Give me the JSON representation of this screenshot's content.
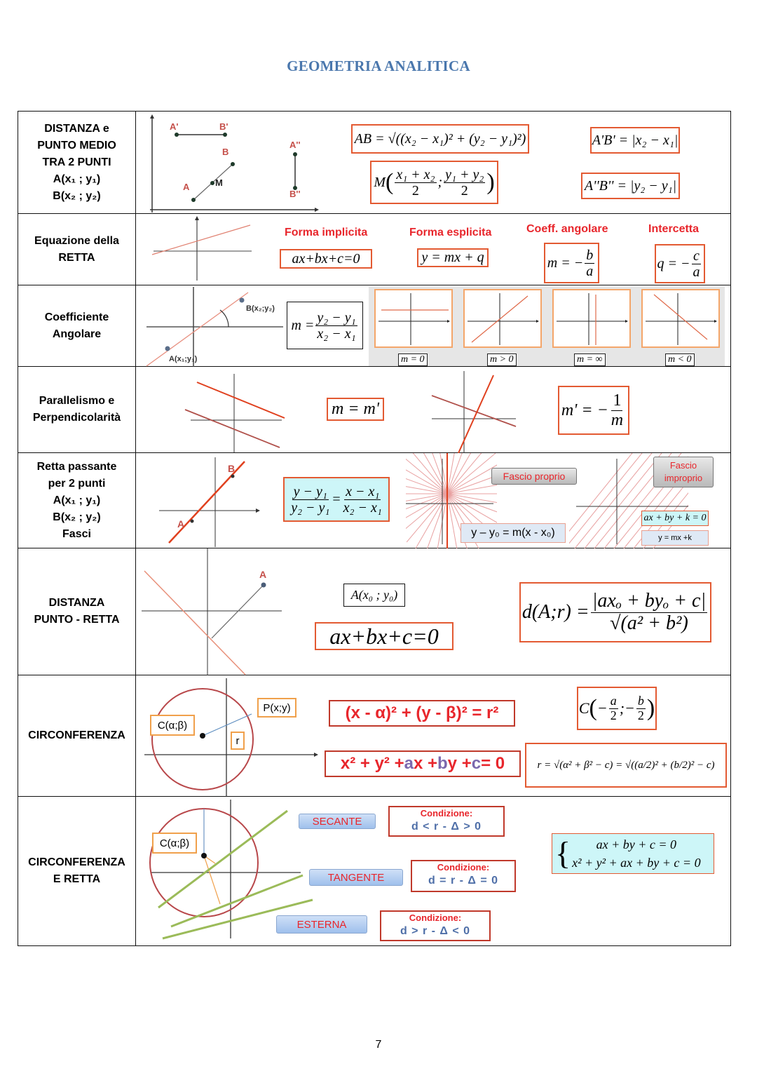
{
  "page": {
    "title": "GEOMETRIA ANALITICA",
    "page_number": "7",
    "colors": {
      "title": "#4a77ad",
      "formula_border": "#e35a32",
      "header_red": "#e8262c",
      "cyan_fill": "#cdf6f8",
      "green_line": "#9bbb59"
    }
  },
  "rows": [
    {
      "label_lines": [
        "DISTANZA  e",
        "PUNTO MEDIO",
        "TRA 2 PUNTI",
        "A(x₁ ; y₁)",
        "B(x₂ ; y₂)"
      ],
      "diagram_points": [
        "A'",
        "B'",
        "B",
        "A",
        "M",
        "A''",
        "B''"
      ],
      "formulas": {
        "distance_lhs": "AB =",
        "distance_rhs": "√((x₂ − x₁)² + (y₂ − y₁)²)",
        "midpoint_lhs": "M",
        "midpoint_x_num": "x₁ + x₂",
        "midpoint_y_num": "y₁ + y₂",
        "midpoint_den": "2",
        "horizontal": "A'B' = |x₂ − x₁|",
        "vertical": "A''B'' = |y₂ − y₁|"
      }
    },
    {
      "label_lines": [
        "Equazione della",
        "RETTA"
      ],
      "headers": [
        "Forma implicita",
        "Forma esplicita",
        "Coeff. angolare",
        "Intercetta"
      ],
      "formulas": {
        "implicit": "ax+bx+c=0",
        "explicit": "y = mx + q",
        "slope_lhs": "m = −",
        "slope_num": "b",
        "slope_den": "a",
        "intercept_lhs": "q = −",
        "intercept_num": "c",
        "intercept_den": "a"
      }
    },
    {
      "label_lines": [
        "Coefficiente",
        "Angolare"
      ],
      "diagram_points": [
        "B(x₂;y₂)",
        "A(x₁;y₁)"
      ],
      "formulas": {
        "lhs": "m =",
        "num": "y₂ − y₁",
        "den": "x₂ − x₁"
      },
      "cases": [
        "m = 0",
        "m > 0",
        "m = ∞",
        "m < 0"
      ]
    },
    {
      "label_lines": [
        "Parallelismo e",
        "Perpendicolarità"
      ],
      "formulas": {
        "parallel": "m = m'",
        "perp_lhs": "m' = −",
        "perp_num": "1",
        "perp_den": "m"
      }
    },
    {
      "label_lines": [
        "Retta passante",
        "per 2 punti",
        "A(x₁ ; y₁)",
        "B(x₂ ; y₂)",
        "Fasci"
      ],
      "diagram_points": [
        "B",
        "A"
      ],
      "formulas": {
        "left_num": "y − y₁",
        "left_den": "y₂ − y₁",
        "right_num": "x − x₁",
        "right_den": "x₂ − x₁",
        "proper_pencil_label": "Fascio proprio",
        "proper_pencil_eq": "y – y₀ = m(x - x₀)",
        "improper_pencil_label": "Fascio improprio",
        "improper_eq1": "ax + by + k = 0",
        "improper_eq2": "y = mx +k"
      }
    },
    {
      "label_lines": [
        "DISTANZA",
        "PUNTO - RETTA"
      ],
      "diagram_points": [
        "A"
      ],
      "formulas": {
        "point": "A(x₀ ; y₀)",
        "line": "ax+bx+c=0",
        "dist_lhs": "d(A;r) =",
        "dist_num": "|axₒ + byₒ + c|",
        "dist_den": "√(a² + b²)"
      }
    },
    {
      "label_lines": [
        "CIRCONFERENZA"
      ],
      "diagram_labels": {
        "center": "C(α;β)",
        "point": "P(x;y)",
        "radius": "r"
      },
      "formulas": {
        "canonical": "(x - α)² + (y - β)² = r²",
        "general_parts": [
          "x² + y² + ",
          "a",
          "x + ",
          "b",
          "y + ",
          "c",
          " = 0"
        ],
        "center_lhs": "C",
        "center_a": "a",
        "center_b": "b",
        "center_den": "2",
        "radius": "r = √(α² + β² − c) = √((a/2)² + (b/2)² − c)"
      }
    },
    {
      "label_lines": [
        "CIRCONFERENZA",
        "E RETTA"
      ],
      "diagram_labels": {
        "center": "C(α;β)"
      },
      "cases": [
        {
          "name": "SECANTE",
          "cond_title": "Condizione:",
          "cond": "d < r  -  Δ > 0"
        },
        {
          "name": "TANGENTE",
          "cond_title": "Condizione:",
          "cond": "d = r  -  Δ = 0"
        },
        {
          "name": "ESTERNA",
          "cond_title": "Condizione:",
          "cond": "d > r  -  Δ < 0"
        }
      ],
      "system": [
        "ax + by + c = 0",
        "x² + y² + ax + by + c = 0"
      ]
    }
  ]
}
